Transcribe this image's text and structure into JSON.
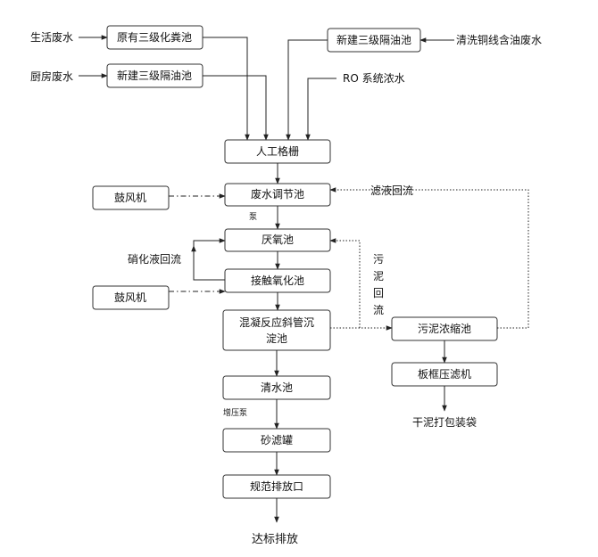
{
  "boxes": {
    "septic_tank": "原有三级化粪池",
    "grease_trap_kitchen": "新建三级隔油池",
    "grease_trap_wash": "新建三级隔油池",
    "manual_screen": "人工格栅",
    "equalization_tank": "废水调节池",
    "anoxic_tank": "厌氧池",
    "contact_oxidation_tank": "接触氧化池",
    "coag_line1": "混凝反应斜管沉",
    "coag_line2": "淀池",
    "clear_water_tank": "清水池",
    "sand_filter": "砂滤罐",
    "discharge_outlet": "规范排放口",
    "sludge_thickener": "污泥浓缩池",
    "filter_press": "板框压滤机",
    "blower_1": "鼓风机",
    "blower_2": "鼓风机"
  },
  "labels": {
    "domestic_wastewater": "生活废水",
    "kitchen_wastewater": "厨房废水",
    "wash_oily_wastewater": "清洗铜线含油废水",
    "ro_concentrate": "RO 系统浓水",
    "filtrate_return": "滤液回流",
    "pump": "泵",
    "nitrate_return": "硝化液回流",
    "sludge_return_chars": [
      "污",
      "泥",
      "回",
      "流"
    ],
    "booster_pump": "增压泵",
    "dry_sludge": "干泥打包装袋",
    "final_discharge": "达标排放"
  }
}
